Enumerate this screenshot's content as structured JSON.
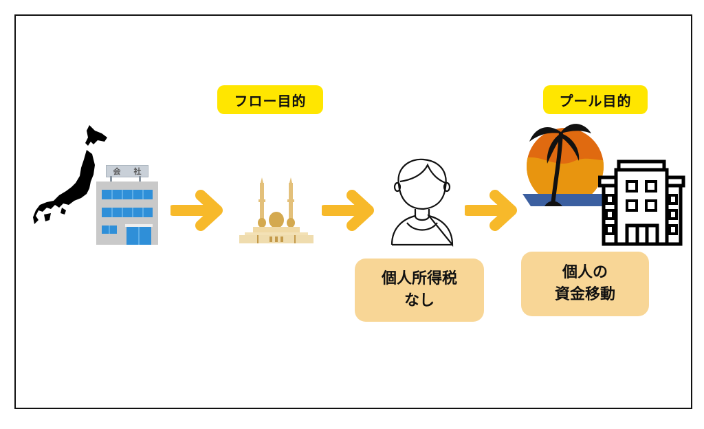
{
  "diagram": {
    "labels": {
      "flow_purpose": "フロー目的",
      "pool_purpose": "プール目的",
      "no_income_tax_line1": "個人所得税",
      "no_income_tax_line2": "なし",
      "personal_funds_line1": "個人の",
      "personal_funds_line2": "資金移動"
    },
    "company_sign": [
      "会",
      "社"
    ],
    "nodes": [
      "japan-map",
      "company-building",
      "mosque",
      "person",
      "resort-island",
      "apartment-building"
    ],
    "colors": {
      "arrow": "#f7b92a",
      "label_yellow": "#ffe600",
      "label_tan": "#f8d696",
      "sun_top": "#e06a10",
      "sun_bottom": "#e8950f",
      "sea": "#3b5fa0",
      "window_blue": "#2f8fd8"
    }
  }
}
